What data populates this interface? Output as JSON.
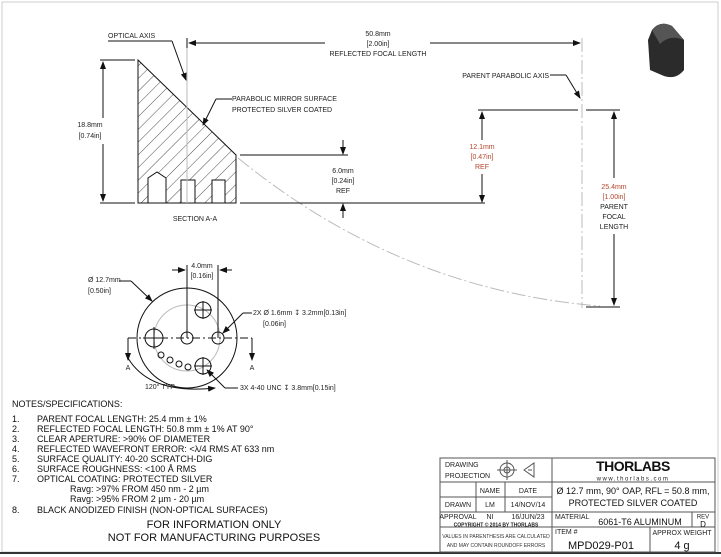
{
  "drawing": {
    "optical_axis": "OPTICAL AXIS",
    "rfl_mm": "50.8mm",
    "rfl_in": "[2.00in]",
    "rfl_label": "REFLECTED FOCAL LENGTH",
    "height_mm": "18.8mm",
    "height_in": "[0.74in]",
    "surface_1": "PARABOLIC MIRROR SURFACE",
    "surface_2": "PROTECTED SILVER COATED",
    "edge_mm": "6.0mm",
    "edge_in": "[0.24in]",
    "edge_ref": "REF",
    "section": "SECTION A-A",
    "parent_axis": "PARENT PARABOLIC AXIS",
    "off_mm": "12.1mm",
    "off_in": "[0.47in]",
    "off_ref": "REF",
    "pfl_mm": "25.4mm",
    "pfl_in": "[1.00in]",
    "pfl_1": "PARENT",
    "pfl_2": "FOCAL",
    "pfl_3": "LENGTH",
    "dia_mm": "Ø 12.7mm",
    "dia_in": "[0.50in]",
    "spacing_mm": "4.0mm",
    "spacing_in": "[0.16in]",
    "pin_1": "2X  Ø 1.6mm ↧ 3.2mm[0.13in]",
    "pin_2": "[0.06in]",
    "tap": "3X 4-40 UNC ↧ 3.8mm[0.15in]",
    "angle": "120° TYP",
    "sec_a_left": "A",
    "sec_a_right": "A"
  },
  "notes": {
    "heading": "NOTES/SPECIFICATIONS:",
    "items": [
      {
        "num": "1.",
        "text": "PARENT FOCAL LENGTH: 25.4 mm ± 1%"
      },
      {
        "num": "2.",
        "text": "REFLECTED FOCAL LENGTH: 50.8 mm ± 1% AT 90°"
      },
      {
        "num": "3.",
        "text": "CLEAR APERTURE: >90% OF DIAMETER"
      },
      {
        "num": "4.",
        "text": "REFLECTED WAVEFRONT ERROR: <λ/4 RMS AT 633 nm"
      },
      {
        "num": "5.",
        "text": "SURFACE QUALITY: 40-20 SCRATCH-DIG"
      },
      {
        "num": "6.",
        "text": "SURFACE ROUGHNESS: <100 Å RMS"
      },
      {
        "num": "7.",
        "text": "OPTICAL COATING: PROTECTED SILVER"
      },
      {
        "num": "8.",
        "text": "BLACK ANODIZED FINISH (NON-OPTICAL SURFACES)"
      }
    ],
    "sub_1": "Ravg: >97% FROM 450 nm - 2 µm",
    "sub_2": "Ravg: >95% FROM 2 µm - 20 µm",
    "disclaimer_1": "FOR INFORMATION ONLY",
    "disclaimer_2": "NOT FOR MANUFACTURING PURPOSES"
  },
  "title_block": {
    "projection_1": "DRAWING",
    "projection_2": "PROJECTION",
    "name_hdr": "NAME",
    "date_hdr": "DATE",
    "drawn": "DRAWN",
    "drawn_name": "LM",
    "drawn_date": "14/NOV/14",
    "approval": "APPROVAL",
    "approval_name": "NI",
    "approval_date": "16/JUN/23",
    "copyright": "COPYRIGHT © 2014 BY THORLABS",
    "values_1": "VALUES IN PARENTHESIS ARE CALCULATED",
    "values_2": "AND MAY CONTAIN ROUNDOFF ERRORS",
    "logo": "THORLABS",
    "website": "www.thorlabs.com",
    "desc_1": "Ø 12.7 mm, 90° OAP, RFL = 50.8 mm,",
    "desc_2": "PROTECTED SILVER COATED",
    "material_hdr": "MATERIAL",
    "material": "6061-T6 ALUMINUM",
    "rev_hdr": "REV",
    "rev": "D",
    "item_hdr": "ITEM #",
    "item": "MPD029-P01",
    "weight_hdr": "APPROX WEIGHT",
    "weight": "4 g"
  }
}
